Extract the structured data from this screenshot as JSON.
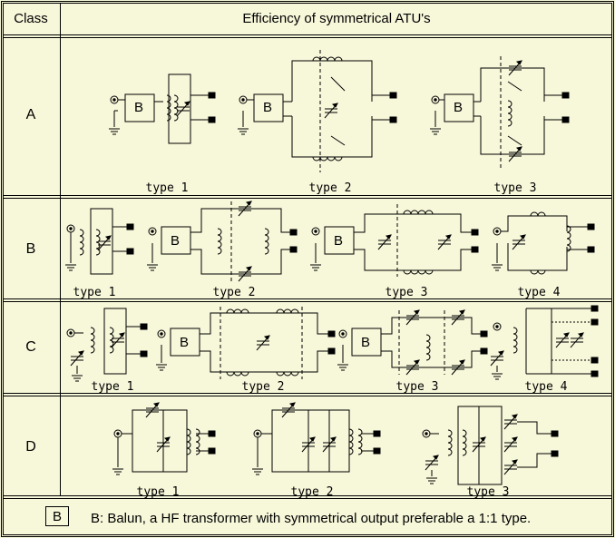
{
  "header": {
    "class_label": "Class",
    "title": "Efficiency of symmetrical ATU's"
  },
  "rows": [
    {
      "class": "A",
      "types": [
        "type 1",
        "type 2",
        "type 3"
      ]
    },
    {
      "class": "B",
      "types": [
        "type 1",
        "type 2",
        "type 3",
        "type 4"
      ]
    },
    {
      "class": "C",
      "types": [
        "type 1",
        "type 2",
        "type 3",
        "type 4"
      ]
    },
    {
      "class": "D",
      "types": [
        "type 1",
        "type 2",
        "type 3"
      ]
    }
  ],
  "balun": {
    "symbol": "B",
    "description": "B: Balun, a HF transformer with symmetrical output preferable a 1:1 type."
  },
  "colors": {
    "background": "#f7f7da",
    "line": "#000000"
  }
}
